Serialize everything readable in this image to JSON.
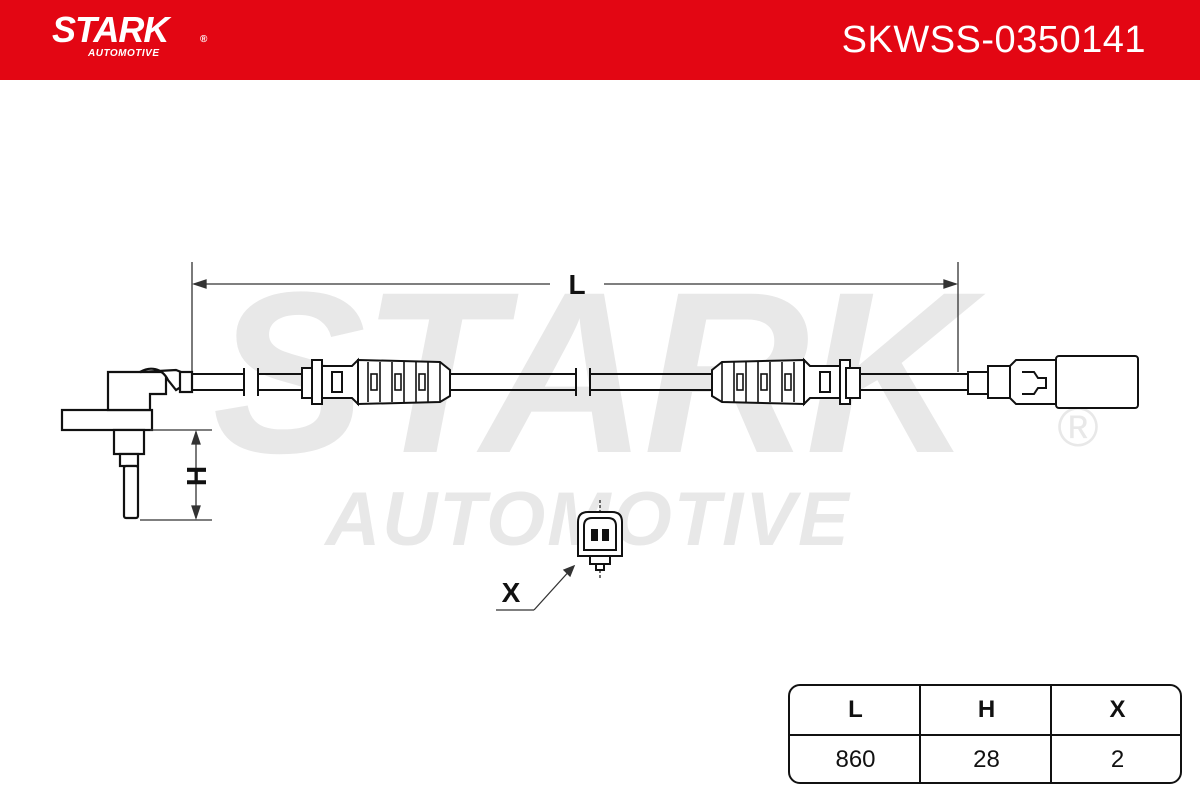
{
  "header": {
    "brand": "STARK",
    "brand_sub": "AUTOMOTIVE",
    "registered_mark": "®",
    "part_number": "SKWSS-0350141",
    "color": "#e30613"
  },
  "watermark": {
    "brand": "STARK",
    "brand_sub": "AUTOMOTIVE",
    "registered_mark": "®",
    "color": "#e6e6e6"
  },
  "dimensions": {
    "length_label": "L",
    "height_label": "H",
    "connector_label": "X"
  },
  "spec_table": {
    "headers": [
      "L",
      "H",
      "X"
    ],
    "values": [
      "860",
      "28",
      "2"
    ]
  }
}
